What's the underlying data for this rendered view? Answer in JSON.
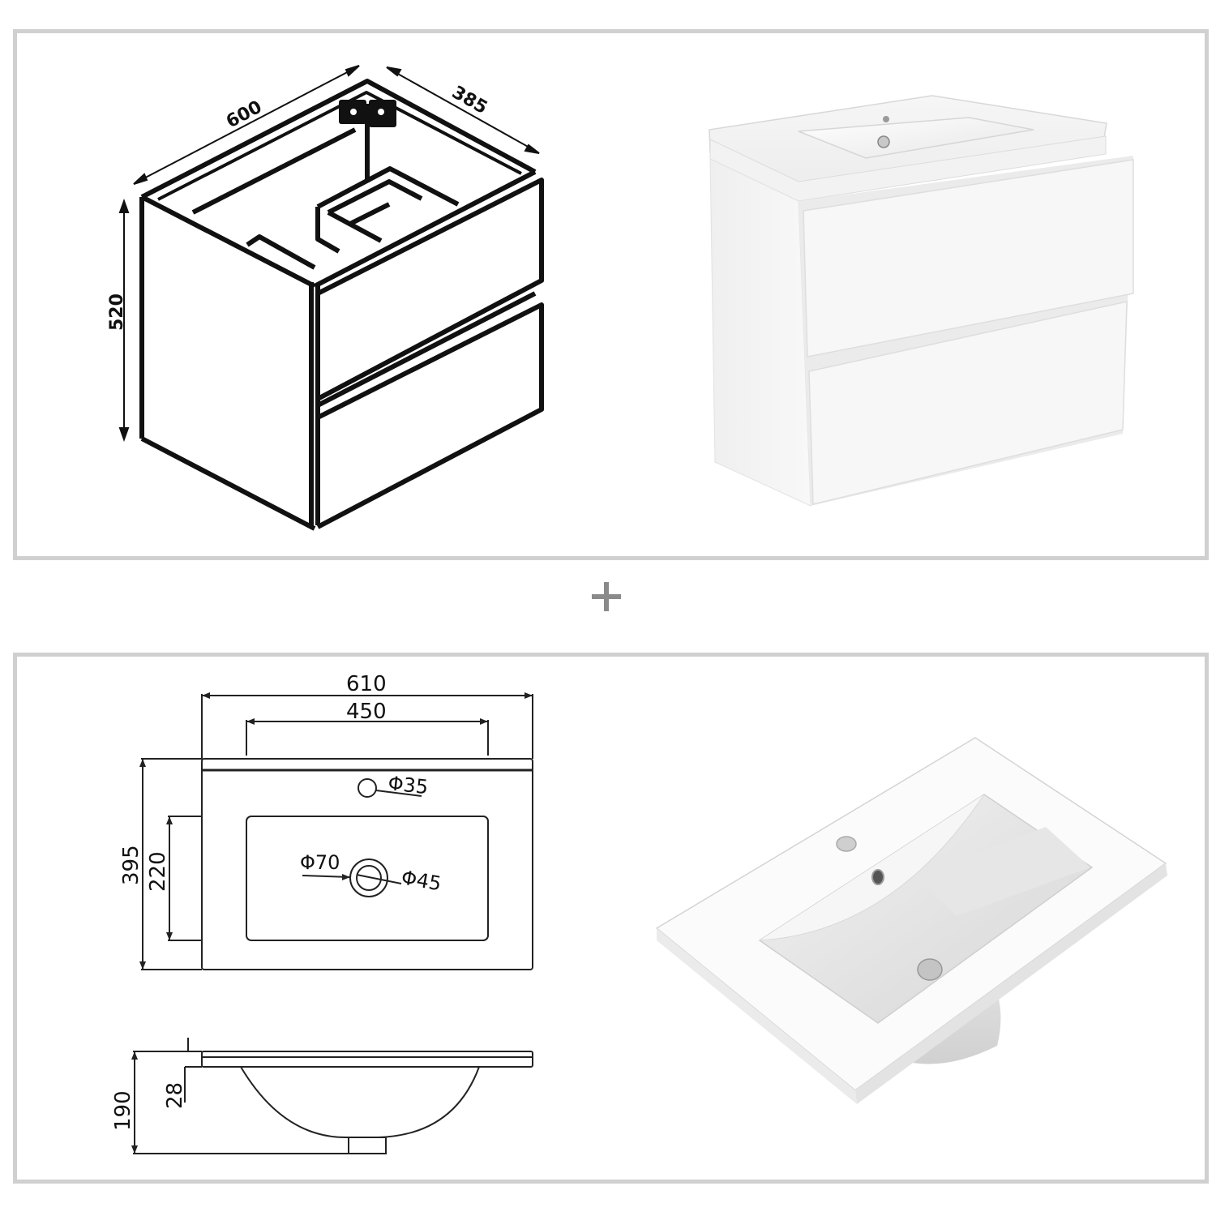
{
  "cabinet_drawing": {
    "width_label": "600",
    "depth_label": "385",
    "height_label": "520"
  },
  "cabinet_render": {
    "description": "white wall-hung vanity cabinet with two drawers and integrated ceramic basin"
  },
  "separator": {
    "symbol": "+",
    "color": "#8a8a8a"
  },
  "basin_top_view": {
    "overall_width": "610",
    "bowl_width": "450",
    "overall_depth": "395",
    "bowl_depth": "220",
    "tap_hole": "Φ35",
    "drain_outer": "Φ70",
    "drain_inner": "Φ45"
  },
  "basin_side_view": {
    "overall_height": "190",
    "rim_thickness": "28"
  },
  "basin_render": {
    "description": "white ceramic rectangular basin with tap hole, overflow and drain"
  },
  "colors": {
    "panel_border": "#d0d0d0",
    "line": "#111111",
    "background": "#ffffff"
  }
}
